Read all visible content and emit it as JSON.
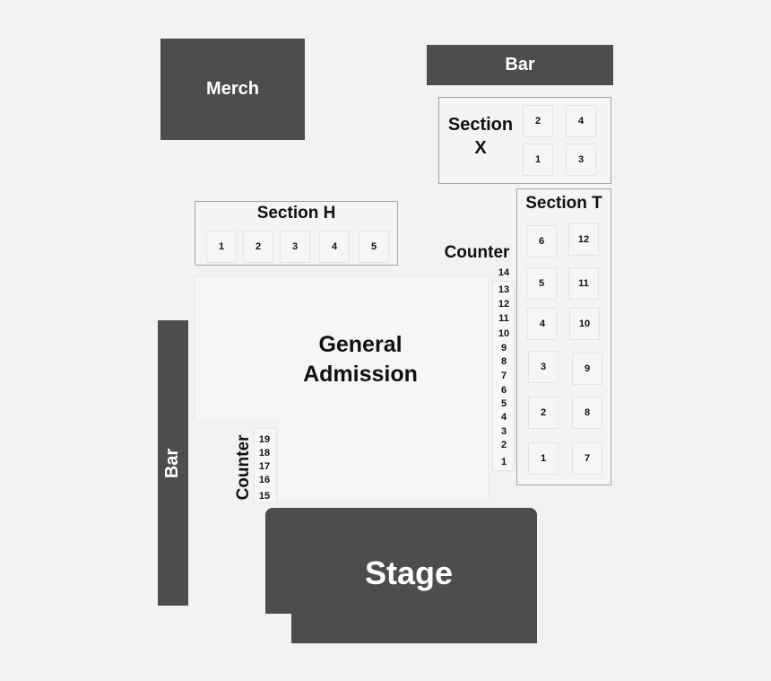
{
  "merch": {
    "label": "Merch"
  },
  "bar_top": {
    "label": "Bar"
  },
  "bar_left": {
    "label": "Bar"
  },
  "stage": {
    "label": "Stage"
  },
  "general_admission": {
    "line1": "General",
    "line2": "Admission"
  },
  "section_x": {
    "line1": "Section",
    "line2": "X",
    "seats": [
      "2",
      "4",
      "1",
      "3"
    ]
  },
  "section_h": {
    "title": "Section H",
    "seats": [
      "1",
      "2",
      "3",
      "4",
      "5"
    ]
  },
  "section_t": {
    "title": "Section T",
    "seats": [
      "6",
      "12",
      "5",
      "11",
      "4",
      "10",
      "3",
      "9",
      "2",
      "8",
      "1",
      "7"
    ]
  },
  "counter_right": {
    "label": "Counter",
    "numbers": [
      "14",
      "13",
      "12",
      "11",
      "10",
      "9",
      "8",
      "7",
      "6",
      "5",
      "4",
      "3",
      "2",
      "1"
    ]
  },
  "counter_left": {
    "label": "Counter",
    "numbers": [
      "19",
      "18",
      "17",
      "16",
      "15"
    ]
  },
  "colors": {
    "background": "#f2f2f2",
    "block": "#4d4d4d",
    "block_text": "#ffffff",
    "outline": "#a6a6a6",
    "text": "#111111"
  }
}
